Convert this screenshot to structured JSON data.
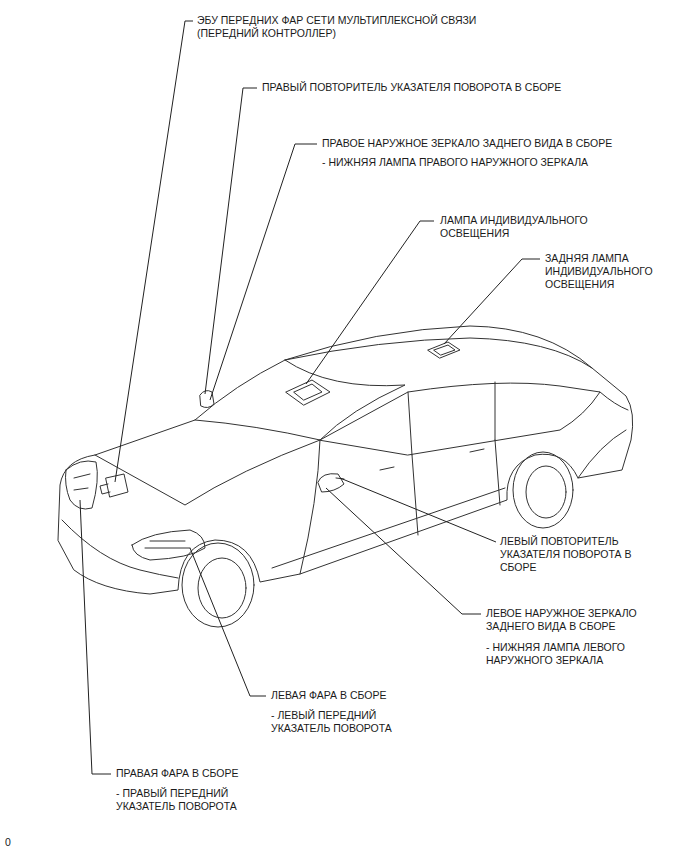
{
  "diagram": {
    "labels": [
      "ЭБУ ПЕРЕДНИХ ФАР СЕТИ МУЛЬТИПЛЕКСНОЙ СВЯЗИ (ПЕРЕДНИЙ КОНТРОЛЛЕР)",
      "ПРАВЫЙ ПОВТОРИТЕЛЬ УКАЗАТЕЛЯ ПОВОРОТА В СБОРЕ",
      "ПРАВОЕ НАРУЖНОЕ ЗЕРКАЛО ЗАДНЕГО ВИДА В СБОРЕ",
      "- НИЖНЯЯ ЛАМПА ПРАВОГО НАРУЖНОГО ЗЕРКАЛА",
      "ЛАМПА ИНДИВИДУАЛЬНОГО ОСВЕЩЕНИЯ",
      "ЗАДНЯЯ ЛАМПА ИНДИВИДУАЛЬНОГО ОСВЕЩЕНИЯ",
      "ЛЕВЫЙ ПОВТОРИТЕЛЬ УКАЗАТЕЛЯ ПОВОРОТА В СБОРЕ",
      "ЛЕВОЕ НАРУЖНОЕ ЗЕРКАЛО ЗАДНЕГО ВИДА В СБОРЕ",
      "- НИЖНЯЯ ЛАМПА ЛЕВОГО НАРУЖНОГО ЗЕРКАЛА",
      "ЛЕВАЯ ФАРА В СБОРЕ",
      "- ЛЕВЫЙ ПЕРЕДНИЙ УКАЗАТЕЛЬ ПОВОРОТА",
      "ПРАВАЯ ФАРА В СБОРЕ",
      "- ПРАВЫЙ ПЕРЕДНИЙ УКАЗАТЕЛЬ ПОВОРОТА",
      "0"
    ]
  }
}
